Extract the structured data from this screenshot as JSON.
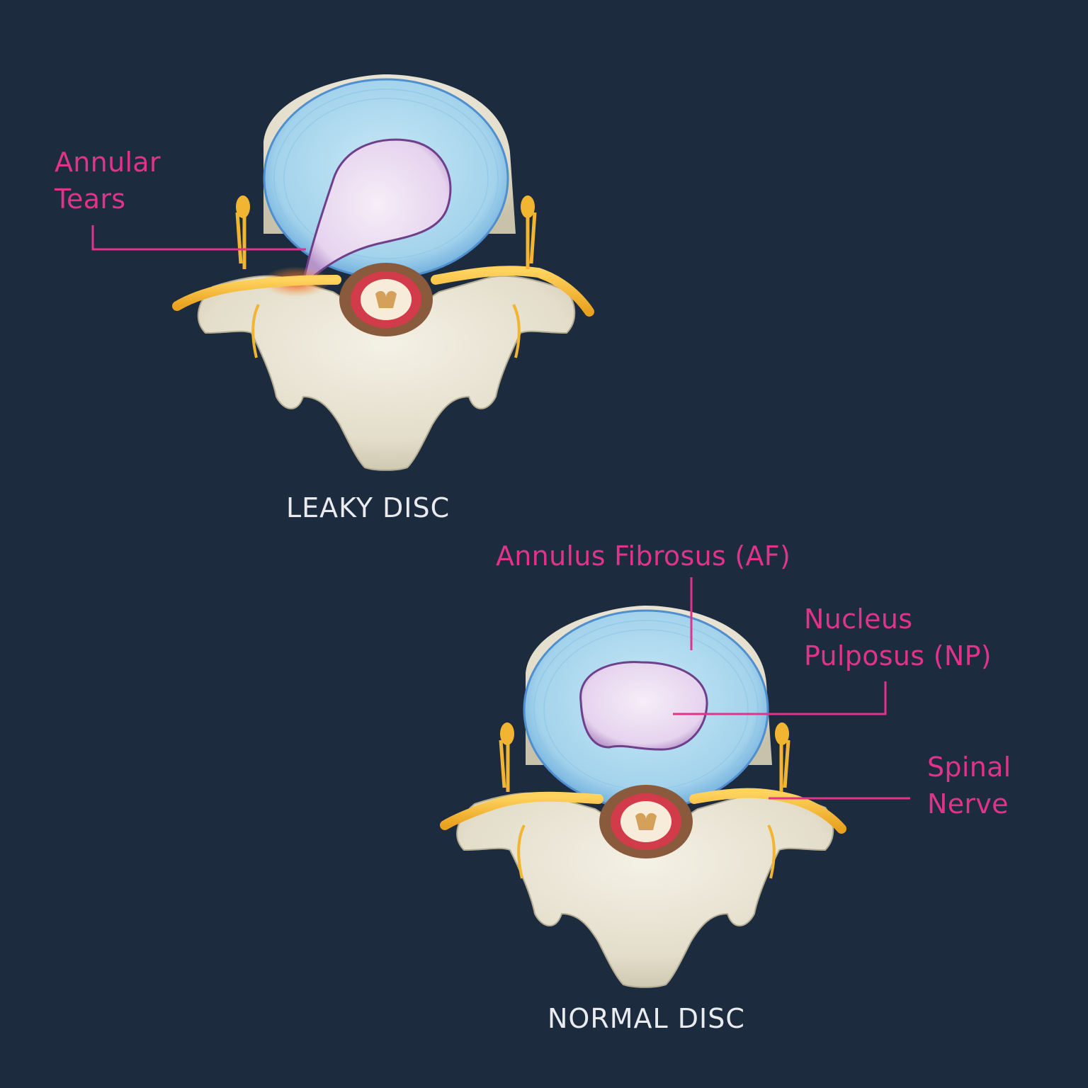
{
  "leaky": {
    "caption": "LEAKY DISC",
    "tear_label_line1": "Annular",
    "tear_label_line2": "Tears"
  },
  "normal": {
    "caption": "NORMAL DISC",
    "af_label": "Annulus Fibrosus (AF)",
    "np_label_line1": "Nucleus",
    "np_label_line2": "Pulposus (NP)",
    "nerve_label_line1": "Spinal",
    "nerve_label_line2": "Nerve"
  },
  "colors": {
    "background": "#1c2b3d",
    "label": "#e0338a",
    "caption": "#e9ebee",
    "annulus": "#9fd2ea",
    "nucleus": "#ecdcf0",
    "nerve": "#f2b531",
    "bone": "#e8e4d4",
    "inflammation": "#f05a22"
  }
}
